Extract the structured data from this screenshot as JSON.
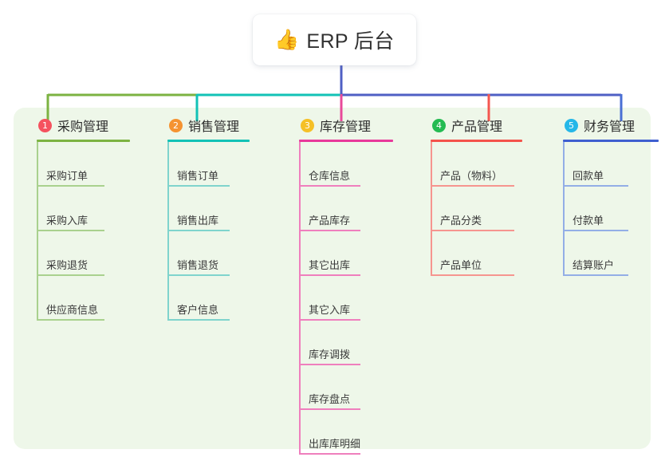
{
  "root": {
    "icon": "thumbs-up-icon",
    "emoji": "👍",
    "title": "ERP 后台"
  },
  "palette": {
    "panel_bg": "#eef7e9",
    "card_bg": "#ffffff",
    "text": "#2d2d2d"
  },
  "connector": {
    "stem_color": "#4f5fc4",
    "bus_segments": [
      {
        "color": "#7cb342",
        "from": "col1",
        "to": "col2"
      },
      {
        "color": "#14c4ae",
        "from": "col2",
        "to": "center"
      },
      {
        "color": "#4f5fc4",
        "from": "center",
        "to": "col5"
      }
    ],
    "drops": [
      "#7cb342",
      "#14c4ae",
      "#e8499a",
      "#f4574f",
      "#4a6fd4"
    ]
  },
  "columns": [
    {
      "index": "1",
      "title": "采购管理",
      "badge_color": "#f5525f",
      "accent": "#7cb342",
      "leaf_accent": "#a9d18e",
      "items": [
        "采购订单",
        "采购入库",
        "采购退货",
        "供应商信息"
      ]
    },
    {
      "index": "2",
      "title": "销售管理",
      "badge_color": "#f59331",
      "accent": "#12c2b6",
      "leaf_accent": "#7fd4cd",
      "items": [
        "销售订单",
        "销售出库",
        "销售退货",
        "客户信息"
      ]
    },
    {
      "index": "3",
      "title": "库存管理",
      "badge_color": "#f5c026",
      "accent": "#e8399b",
      "leaf_accent": "#ef7fbd",
      "items": [
        "仓库信息",
        "产品库存",
        "其它出库",
        "其它入库",
        "库存调拨",
        "库存盘点",
        "出库库明细"
      ]
    },
    {
      "index": "4",
      "title": "产品管理",
      "badge_color": "#24bb52",
      "accent": "#f4534b",
      "leaf_accent": "#f6958f",
      "items": [
        "产品（物料）",
        "产品分类",
        "产品单位"
      ]
    },
    {
      "index": "5",
      "title": "财务管理",
      "badge_color": "#25b7e8",
      "accent": "#3f5fd0",
      "leaf_accent": "#93aee6",
      "items": [
        "回款单",
        "付款单",
        "结算账户"
      ]
    }
  ]
}
